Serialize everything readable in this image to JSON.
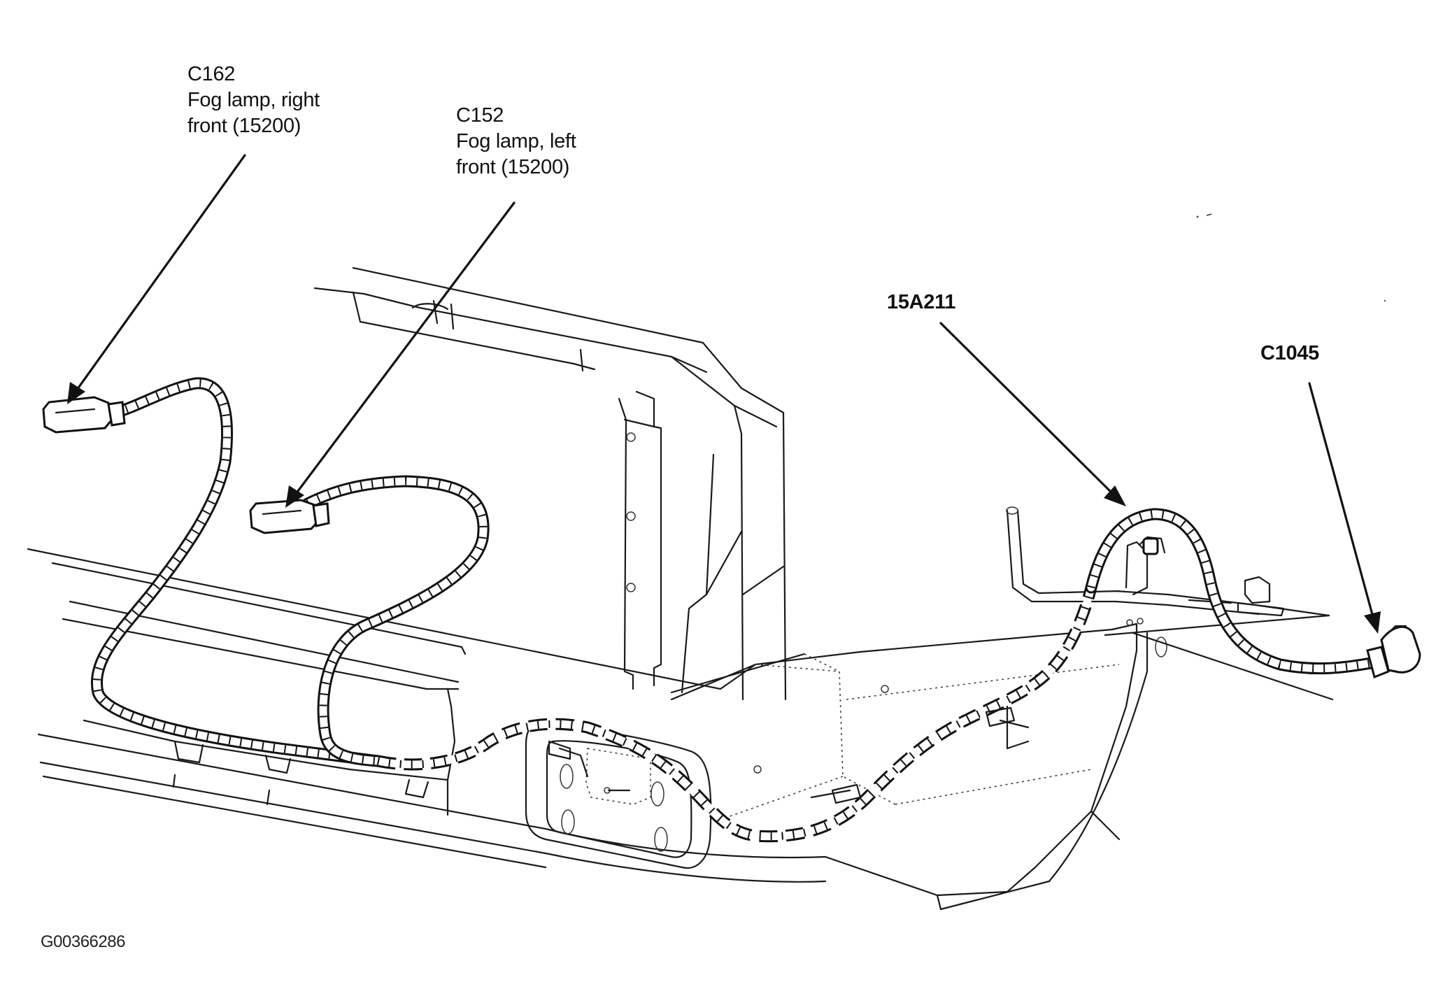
{
  "callouts": {
    "c162": {
      "code": "C162",
      "line1": "Fog lamp, right",
      "line2": "front (15200)"
    },
    "c152": {
      "code": "C152",
      "line1": "Fog lamp, left",
      "line2": "front (15200)"
    },
    "harness": {
      "code": "15A211"
    },
    "c1045": {
      "code": "C1045"
    }
  },
  "figure_id": "G00366286",
  "colors": {
    "ink": "#111111",
    "background": "#ffffff"
  }
}
